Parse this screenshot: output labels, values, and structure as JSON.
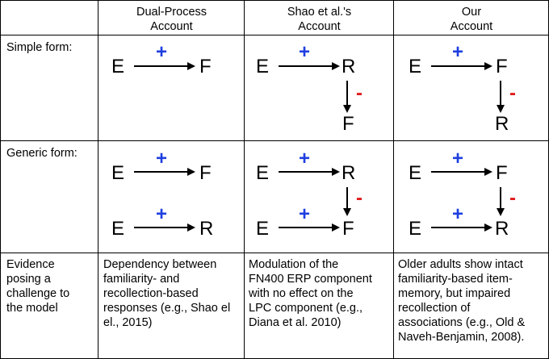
{
  "colors": {
    "plus": "#1f3fe0",
    "minus": "#e01b1b",
    "line": "#000000"
  },
  "headers": {
    "col1": "Dual-Process\nAccount",
    "col2": "Shao et al.'s\nAccount",
    "col3": "Our\nAccount"
  },
  "row_labels": {
    "simple": "Simple form:",
    "generic": "Generic form:",
    "evidence": "Evidence\nposing a\nchallenge to\nthe model"
  },
  "symbols": {
    "plus": "+",
    "minus": "-"
  },
  "nodes": {
    "E": "E",
    "F": "F",
    "R": "R"
  },
  "evidence": {
    "dual": "Dependency between\nfamiliarity- and\nrecollection-based\nresponses (e.g., Shao el\nel., 2015)",
    "shao": "Modulation of the\nFN400 ERP component\nwith no effect on the\nLPC component (e.g.,\nDiana et al. 2010)",
    "ours": "Older adults show intact\nfamiliarity-based item-\nmemory, but impaired\nrecollection of\nassociations (e.g., Old &\nNaveh-Benjamin, 2008)."
  }
}
